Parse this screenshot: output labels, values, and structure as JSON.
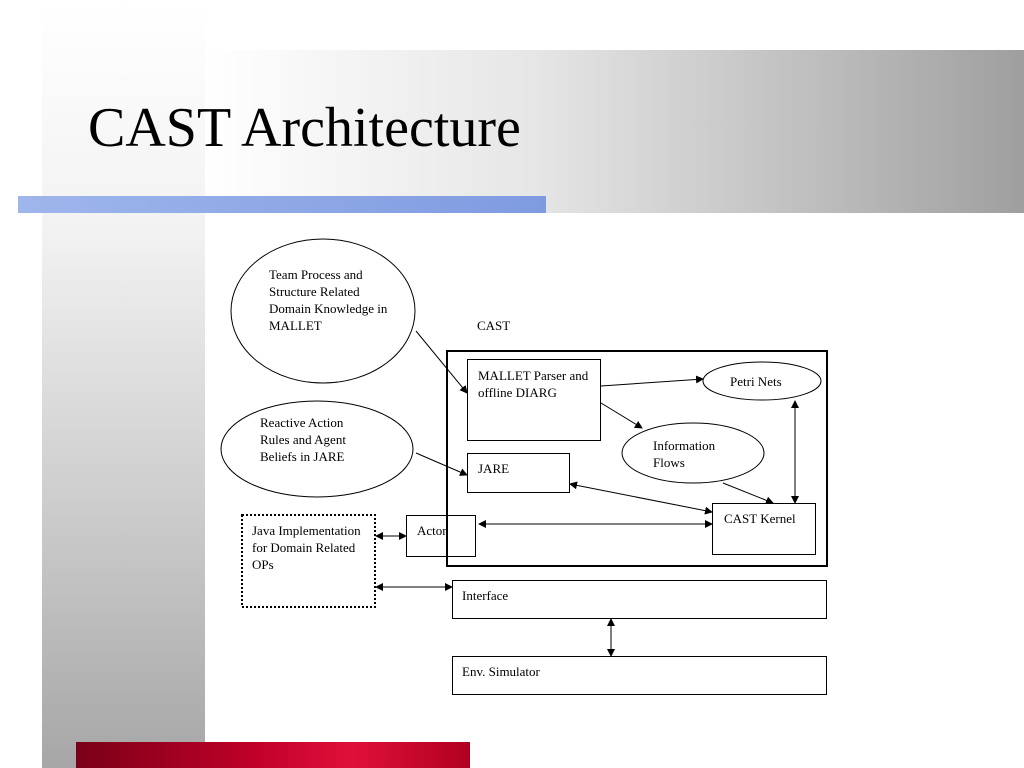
{
  "title": "CAST Architecture",
  "diagram": {
    "cast_label": "CAST",
    "nodes": {
      "mallet_knowledge": "Team Process and Structure Related Domain Knowledge in MALLET",
      "jare_rules": "Reactive Action Rules and Agent Beliefs in JARE",
      "java_impl": "Java Implementation for Domain Related OPs",
      "actor": "Actor",
      "mallet_parser": "MALLET Parser and offline DIARG",
      "jare": "JARE",
      "petri_nets": "Petri Nets",
      "information_flows": "Information Flows",
      "cast_kernel": "CAST Kernel",
      "interface": "Interface",
      "env_simulator": "Env. Simulator"
    }
  }
}
